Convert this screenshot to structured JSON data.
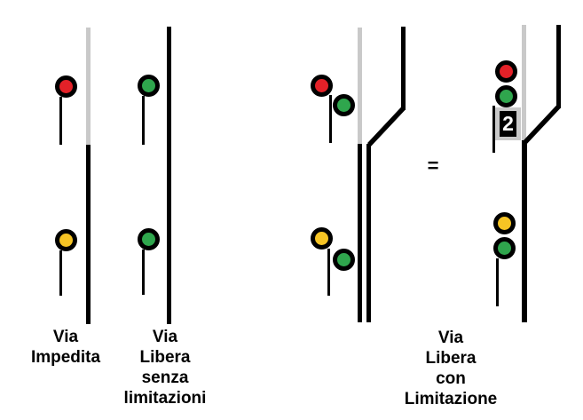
{
  "colors": {
    "red_aspect": "#e32128",
    "green_aspect": "#2fa64d",
    "yellow_aspect": "#f6c424",
    "track_gray": "#c9c9c9",
    "track_black": "#000000",
    "sign_frame_gray": "#c9c9c9",
    "sign_bg_black": "#000000",
    "sign_digit_white": "#ffffff"
  },
  "equals_sign": "=",
  "diagrams": [
    {
      "name": "via-impedita",
      "label_lines": [
        "Via",
        "Impedita"
      ],
      "top_signal_aspects": [
        "red"
      ],
      "bottom_signal_aspects": [
        "yellow"
      ]
    },
    {
      "name": "via-libera-senza-limitazioni",
      "label_lines": [
        "Via",
        "Libera",
        "senza",
        "limitazioni"
      ],
      "top_signal_aspects": [
        "green"
      ],
      "bottom_signal_aspects": [
        "green"
      ]
    },
    {
      "name": "deviated-route-equivalent",
      "label_lines": [],
      "top_signal_aspects": [
        "red",
        "green"
      ],
      "bottom_signal_aspects": [
        "yellow",
        "green"
      ]
    },
    {
      "name": "via-libera-con-limitazione",
      "label_lines": [
        "Via",
        "Libera",
        "con",
        "Limitazione"
      ],
      "top_signal_aspects": [
        "red",
        "green"
      ],
      "speed_sign_digit": "2",
      "bottom_signal_aspects": [
        "yellow",
        "green"
      ]
    }
  ]
}
